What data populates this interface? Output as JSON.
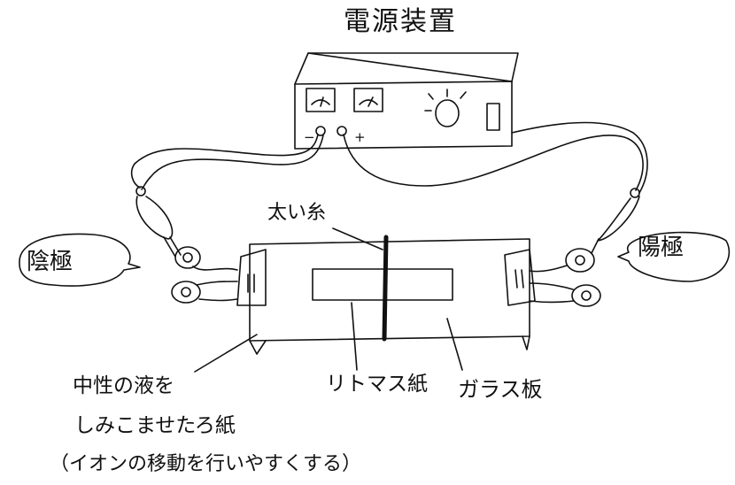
{
  "labels": {
    "title": "電源装置",
    "cathode": "陰極",
    "anode": "陽極",
    "thick_thread": "太い糸",
    "litmus_paper": "リトマス紙",
    "glass_plate": "ガラス板",
    "paper_line1": "中性の液を",
    "paper_line2": "しみこませたろ紙",
    "paper_line3": "（イオンの移動を行いやすくする）",
    "minus_sign": "−",
    "plus_sign": "+"
  }
}
